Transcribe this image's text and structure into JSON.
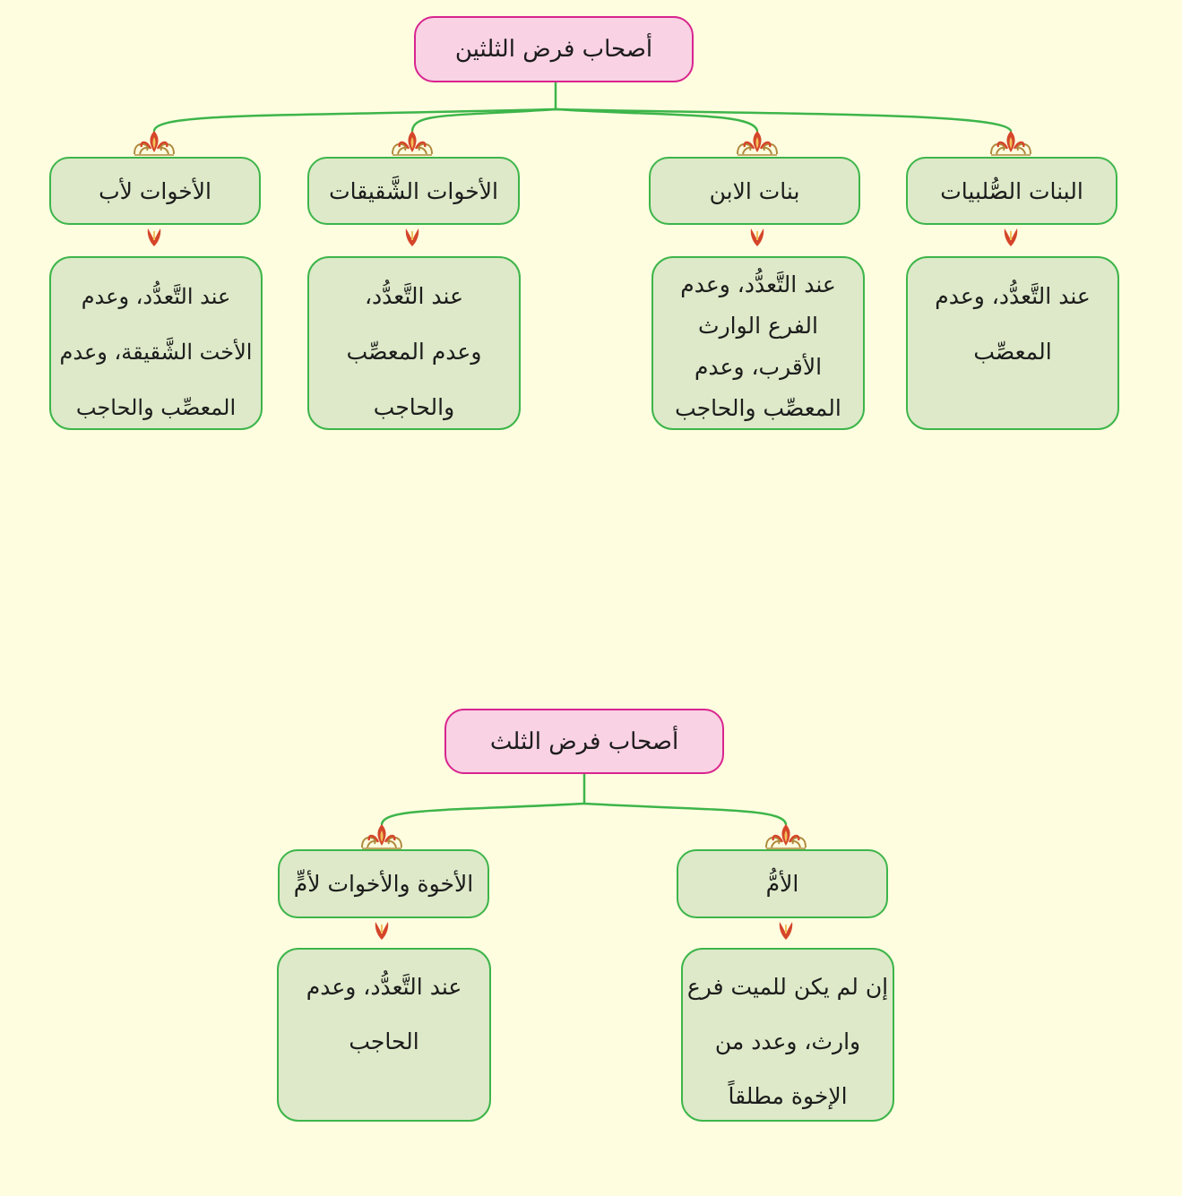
{
  "diagrams": [
    {
      "root": "أصحاب فرض الثلثين",
      "branches": [
        {
          "title": "البنات الصُّلبيات",
          "conditions": [
            "عند التَّعدُّد، وعدم",
            "المعصِّب"
          ]
        },
        {
          "title": "بنات الابن",
          "conditions": [
            "عند التَّعدُّد، وعدم",
            "الفرع الوارث",
            "الأقرب، وعدم",
            "المعصِّب والحاجب"
          ]
        },
        {
          "title": "الأخوات الشَّقيقات",
          "conditions": [
            "عند التَّعدُّد،",
            "وعدم المعصِّب",
            "والحاجب"
          ]
        },
        {
          "title": "الأخوات لأب",
          "conditions": [
            "عند التَّعدُّد، وعدم",
            "الأخت الشَّقيقة، وعدم",
            "المعصِّب والحاجب"
          ]
        }
      ]
    },
    {
      "root": "أصحاب فرض الثلث",
      "branches": [
        {
          "title": "الأمُّ",
          "conditions": [
            "إن لم يكن للميت فرع",
            "وارث، وعدد من",
            "الإخوة مطلقاً"
          ]
        },
        {
          "title": "الأخوة والأخوات لأمٍّ",
          "conditions": [
            "عند التَّعدُّد، وعدم",
            "الحاجب"
          ]
        }
      ]
    }
  ],
  "colors": {
    "background": "#fffde0",
    "root_fill": "#f9d2e4",
    "root_border": "#d8258e",
    "node_fill": "#dde9c8",
    "node_border": "#3db54a",
    "connector": "#3db54a"
  }
}
